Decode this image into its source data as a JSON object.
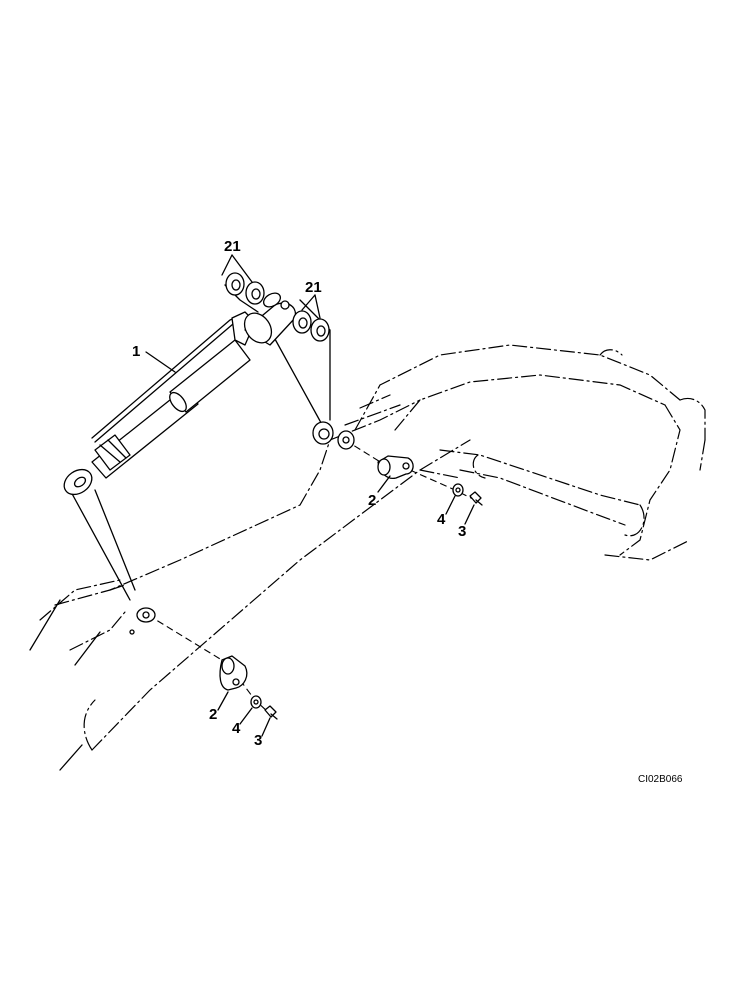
{
  "callouts": {
    "cylinder": "1",
    "pin_a": "2",
    "washer_a": "4",
    "bolt_a": "3",
    "pin_b": "2",
    "washer_b": "4",
    "bolt_b": "3",
    "shims_top": "21",
    "shims_right": "21"
  },
  "drawing_code": "CI02B066"
}
